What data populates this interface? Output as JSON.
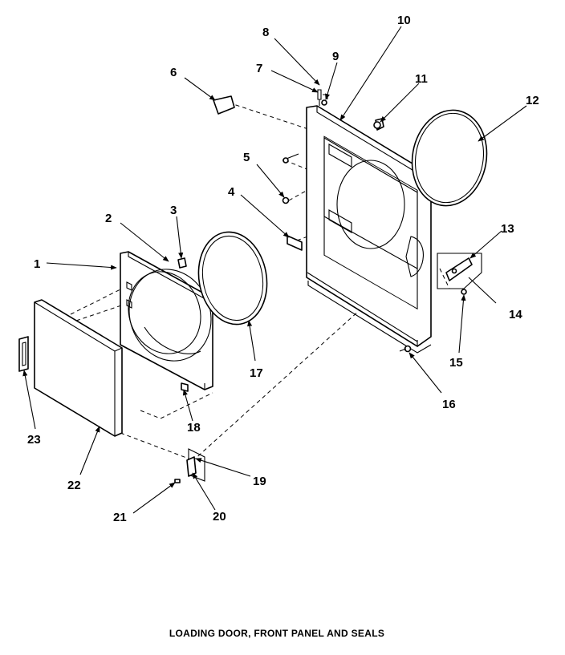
{
  "caption": "LOADING DOOR, FRONT PANEL AND SEALS",
  "callouts": [
    "1",
    "2",
    "3",
    "4",
    "5",
    "6",
    "7",
    "8",
    "9",
    "10",
    "11",
    "12",
    "13",
    "14",
    "15",
    "16",
    "17",
    "18",
    "19",
    "20",
    "21",
    "22",
    "23"
  ]
}
